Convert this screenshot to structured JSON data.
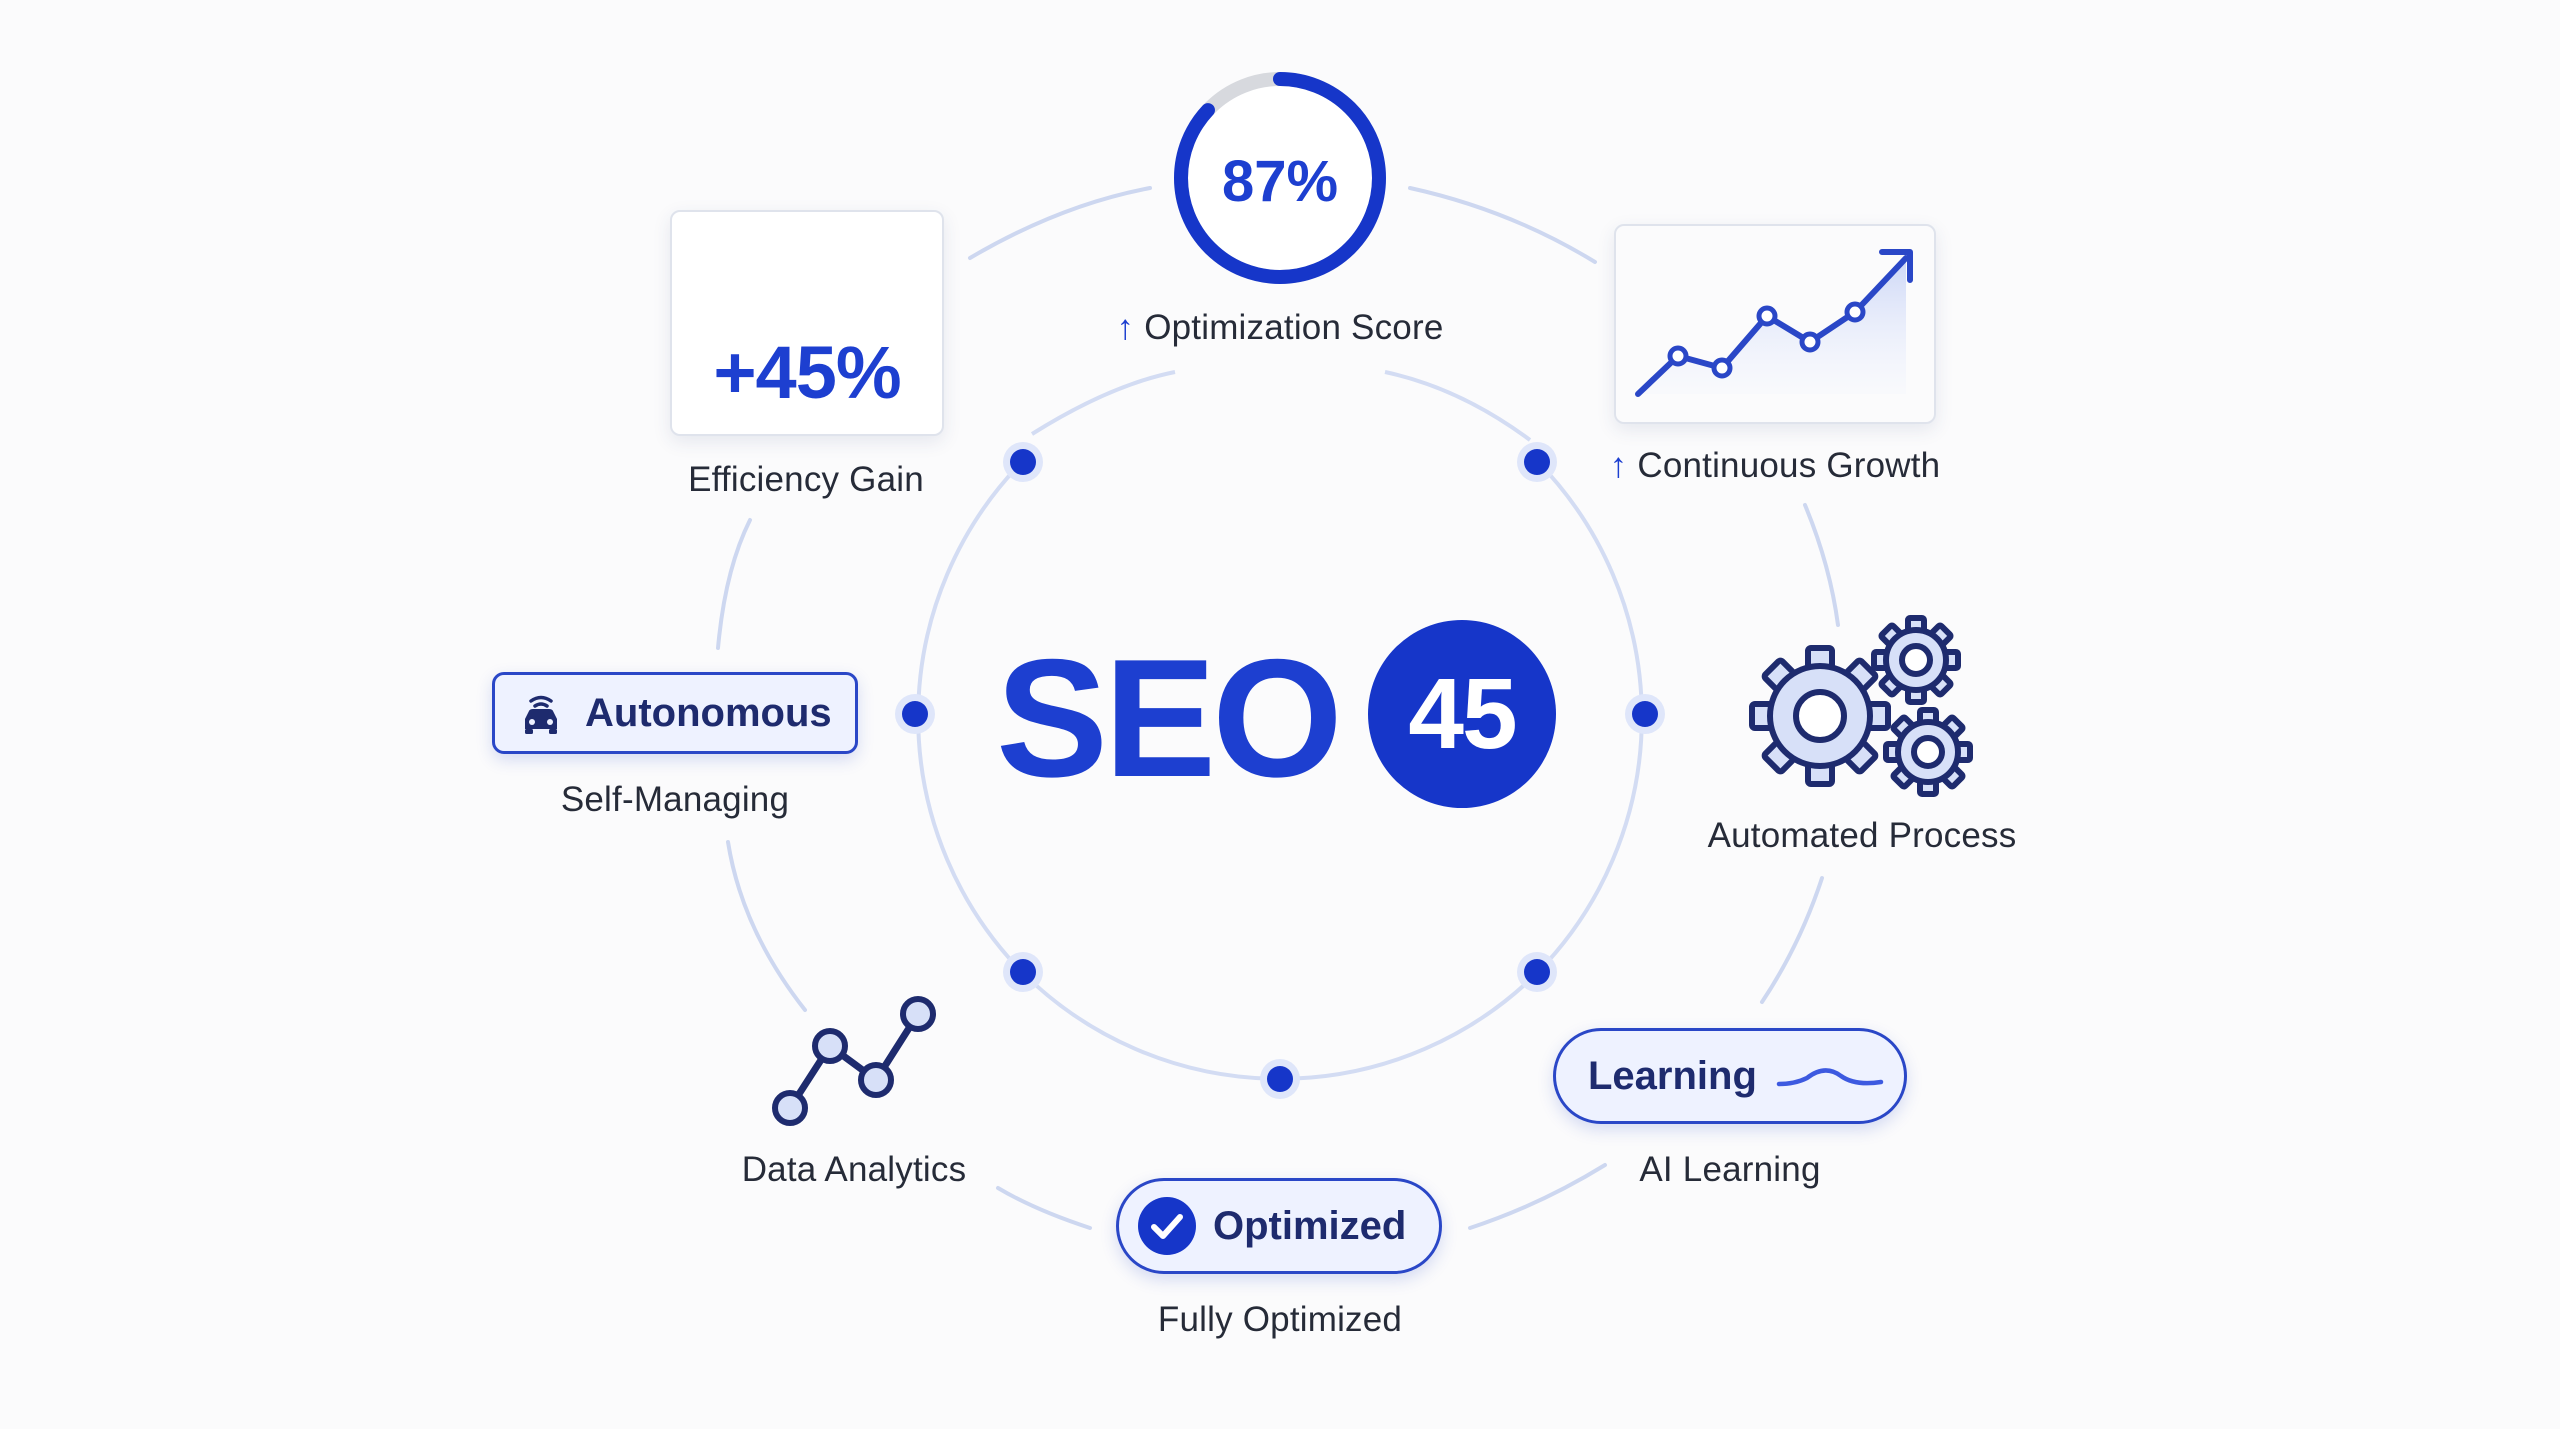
{
  "center": {
    "title": "SEO",
    "badge": "45"
  },
  "score": {
    "value": "87%",
    "fraction": 0.87,
    "label": "Optimization Score"
  },
  "efficiency": {
    "value": "+45%",
    "label": "Efficiency Gain"
  },
  "growth": {
    "label": "Continuous Growth"
  },
  "autonomous": {
    "pill": "Autonomous",
    "label": "Self-Managing"
  },
  "automated": {
    "label": "Automated Process"
  },
  "analytics": {
    "label": "Data Analytics"
  },
  "optimized": {
    "pill": "Optimized",
    "label": "Fully Optimized"
  },
  "learning": {
    "pill": "Learning",
    "label": "AI Learning"
  },
  "icons": {
    "gauge": "speedometer-icon",
    "chart": "line-chart-icon",
    "car": "autonomous-car-icon",
    "gears": "gears-icon",
    "analytics": "analytics-nodes-icon",
    "check": "check-icon",
    "wave": "wave-icon",
    "up": "up-arrow-icon"
  },
  "colors": {
    "primary": "#1d3fd0",
    "dark": "#1e2b6e",
    "ring": "#c9d4f2"
  }
}
